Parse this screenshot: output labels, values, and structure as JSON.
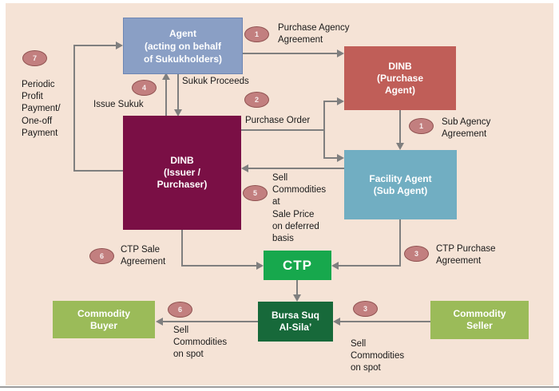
{
  "colors": {
    "slide_bg": "#F5E3D6",
    "agent_blue": "#8A9FC5",
    "dinb_purchase_red": "#C05E58",
    "dinb_issuer_maroon": "#7A0F45",
    "facility_teal": "#71AEC2",
    "ctp_green": "#17A84D",
    "bursa_dark_green": "#17693A",
    "commodity_light_green": "#9BBB59",
    "badge_fill": "#C27F7F",
    "badge_border": "#8F5150",
    "arrow_grey": "#7f7f7f"
  },
  "boxes": {
    "agent": {
      "label": "Agent\n(acting on behalf\nof Sukukholders)"
    },
    "dinb_purchase": {
      "label": "DINB\n(Purchase\nAgent)"
    },
    "dinb_issuer": {
      "label": "DINB\n(Issuer /\nPurchaser)"
    },
    "facility": {
      "label": "Facility Agent\n(Sub Agent)"
    },
    "ctp": {
      "label": "CTP"
    },
    "bursa": {
      "label": "Bursa Suq\nAl-Sila’"
    },
    "buyer": {
      "label": "Commodity\nBuyer"
    },
    "seller": {
      "label": "Commodity\nSeller"
    }
  },
  "edge_labels": {
    "purchase_agency": "Purchase Agency\nAgreement",
    "sukuk_proceeds": "Sukuk Proceeds",
    "issue_sukuk": "Issue Sukuk",
    "purchase_order": "Purchase Order",
    "sub_agency": "Sub Agency\nAgreement",
    "sell_deferred": "Sell\nCommodities\nat\nSale Price\non deferred\nbasis",
    "periodic": "Periodic\nProfit\nPayment/\nOne-off\nPayment",
    "ctp_sale": "CTP Sale\nAgreement",
    "ctp_purchase": "CTP Purchase\nAgreement",
    "sell_spot_left": "Sell\nCommodities\non spot",
    "sell_spot_right": "Sell\nCommodities\non spot"
  },
  "badges": {
    "b1_top": "1",
    "b1_sub": "1",
    "b2": "2",
    "b3_ctp": "3",
    "b3_spot": "3",
    "b4": "4",
    "b5": "5",
    "b6_ctp": "6",
    "b6_spot": "6",
    "b7": "7"
  }
}
